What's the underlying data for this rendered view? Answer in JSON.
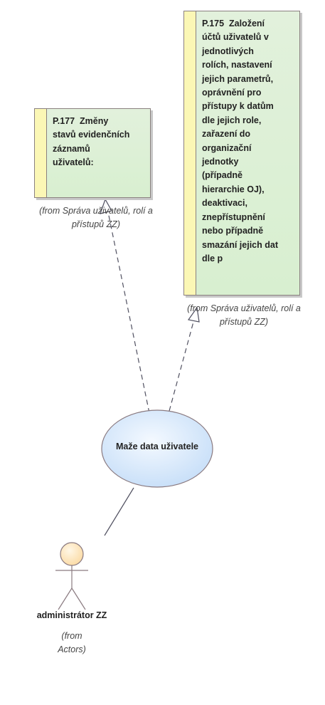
{
  "requirements": [
    {
      "id": "req-177",
      "text": "P.177  Změny\nstavů evidenčních\nzáznamů\nuživatelů:",
      "from": "(from Správa uživatelů, rolí a\npřístupů ZZ)"
    },
    {
      "id": "req-175",
      "text": "P.175  Založení\núčtů uživatelů v\njednotlivých\nrolích, nastavení\njejich parametrů,\noprávnění pro\npřístupy k datům\ndle jejich role,\nzařazení do\norganizační\njednotky\n(případně\nhierarchie OJ),\ndeaktivaci,\nznepřístupnění\nnebo případně\nsmazání jejich dat\ndle p",
      "from": "(from Správa uživatelů, rolí a\npřístupů ZZ)"
    }
  ],
  "use_case": {
    "label": "Maže data uživatele"
  },
  "actor": {
    "label": "administrátor ZZ",
    "from": "(from\nActors)"
  },
  "colors": {
    "requirement_fill": "#d8efd0",
    "requirement_stripe": "#fbf7b5",
    "use_case_fill": "#cfe5fb",
    "actor_fill": "#fde8c0",
    "line": "#505060"
  }
}
